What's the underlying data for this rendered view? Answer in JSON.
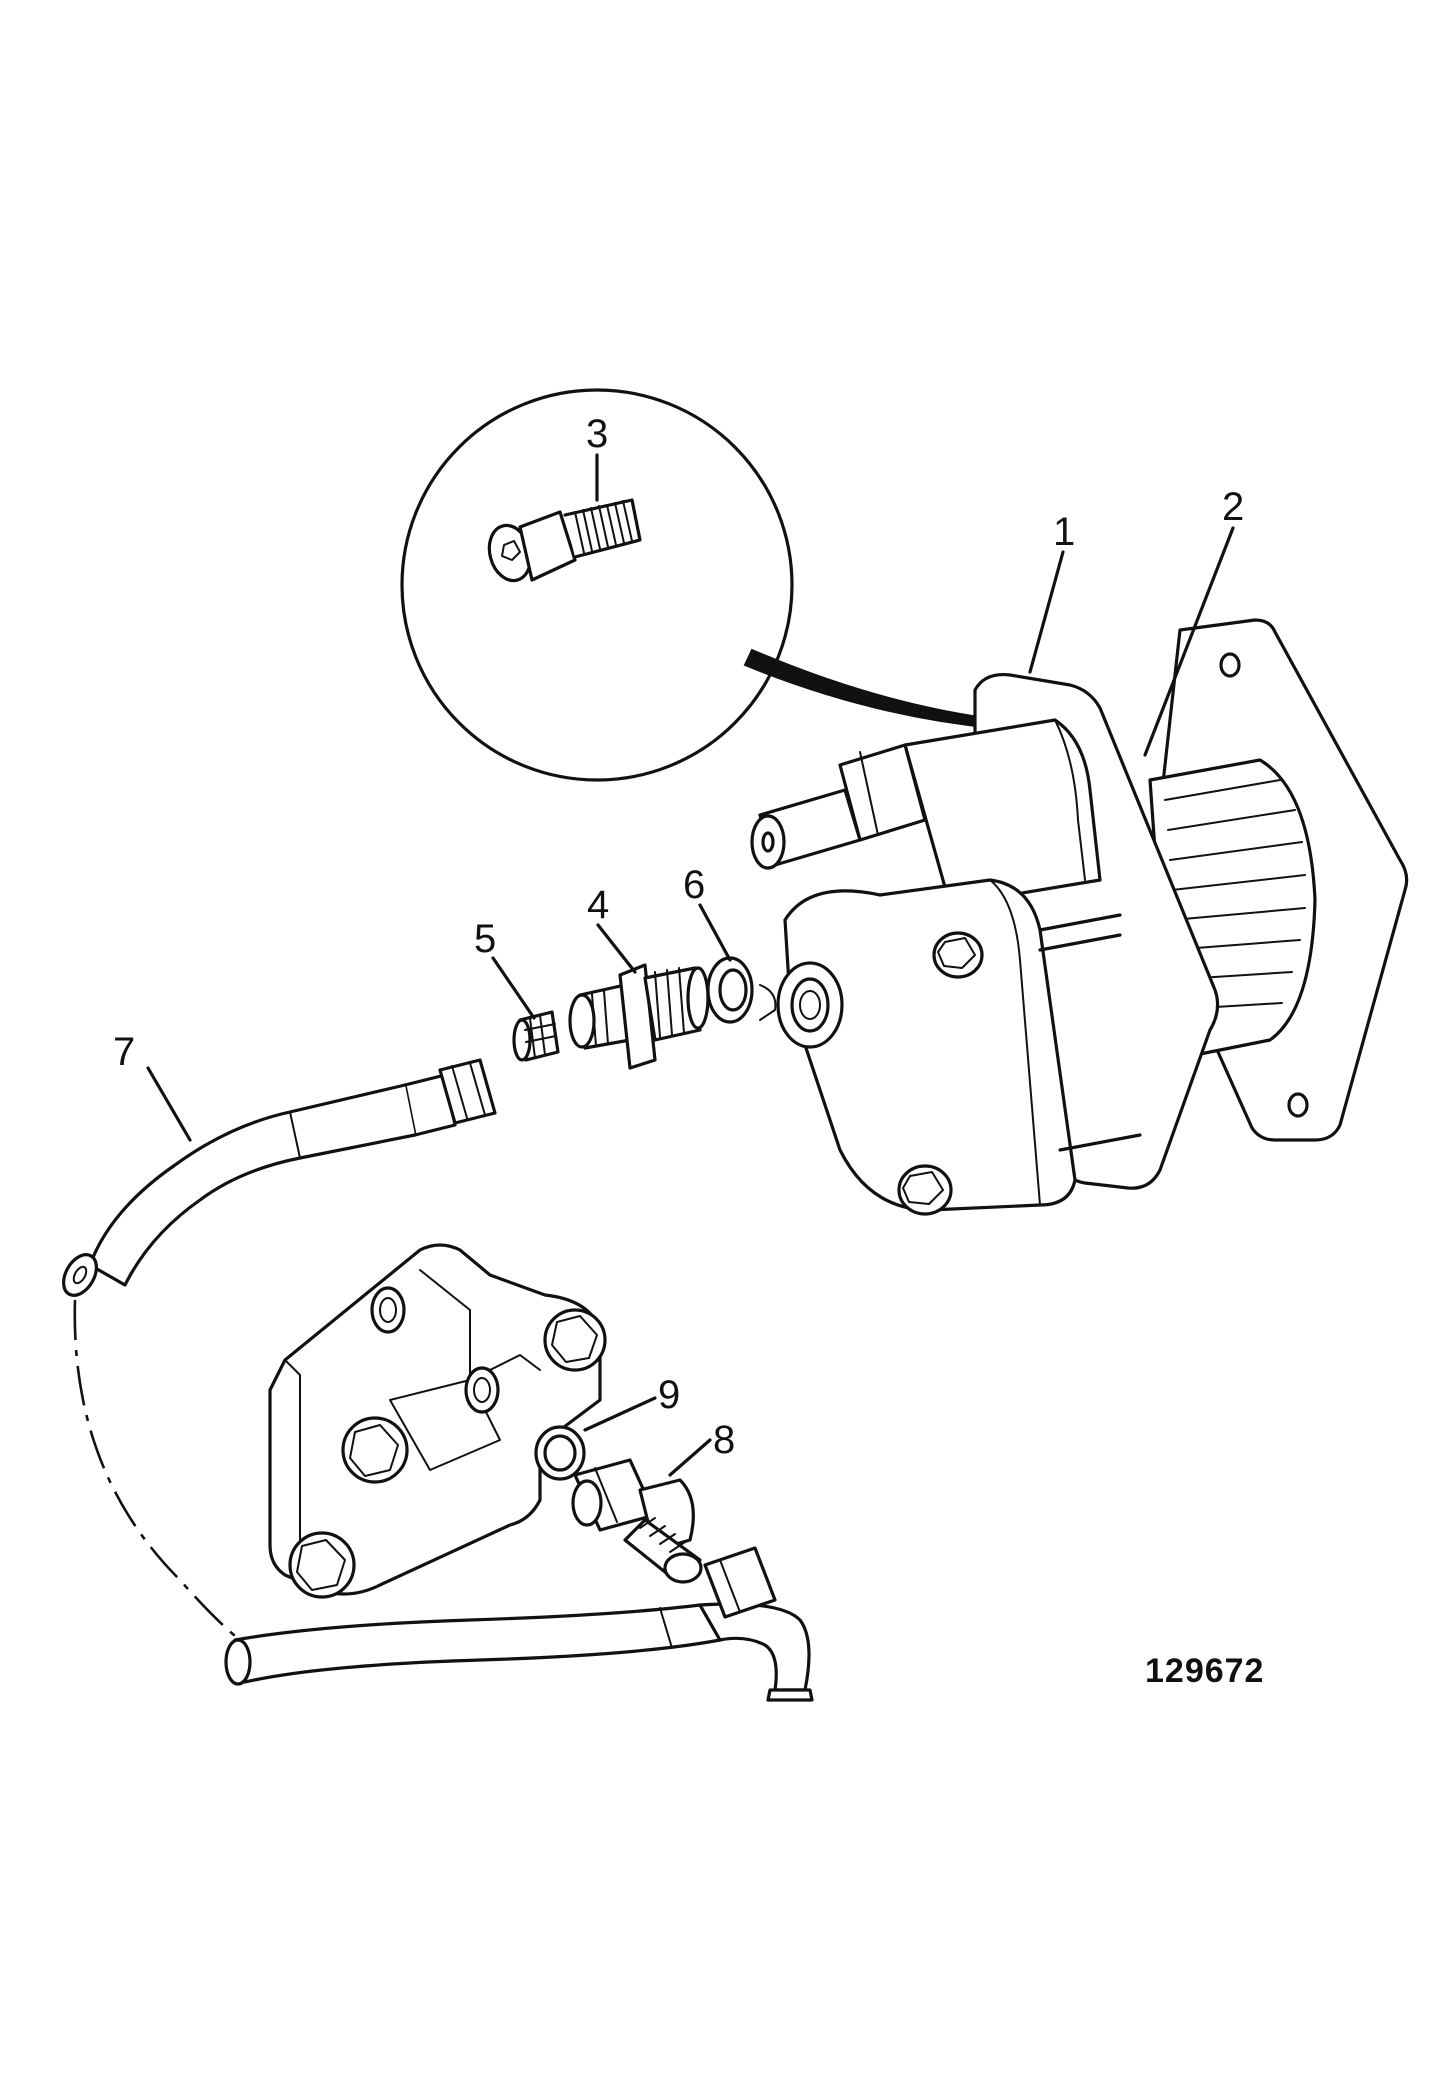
{
  "drawing_number": "129672",
  "callouts": {
    "c1": "1",
    "c2": "2",
    "c3": "3",
    "c4": "4",
    "c5": "5",
    "c6": "6",
    "c7": "7",
    "c8": "8",
    "c9": "9"
  }
}
